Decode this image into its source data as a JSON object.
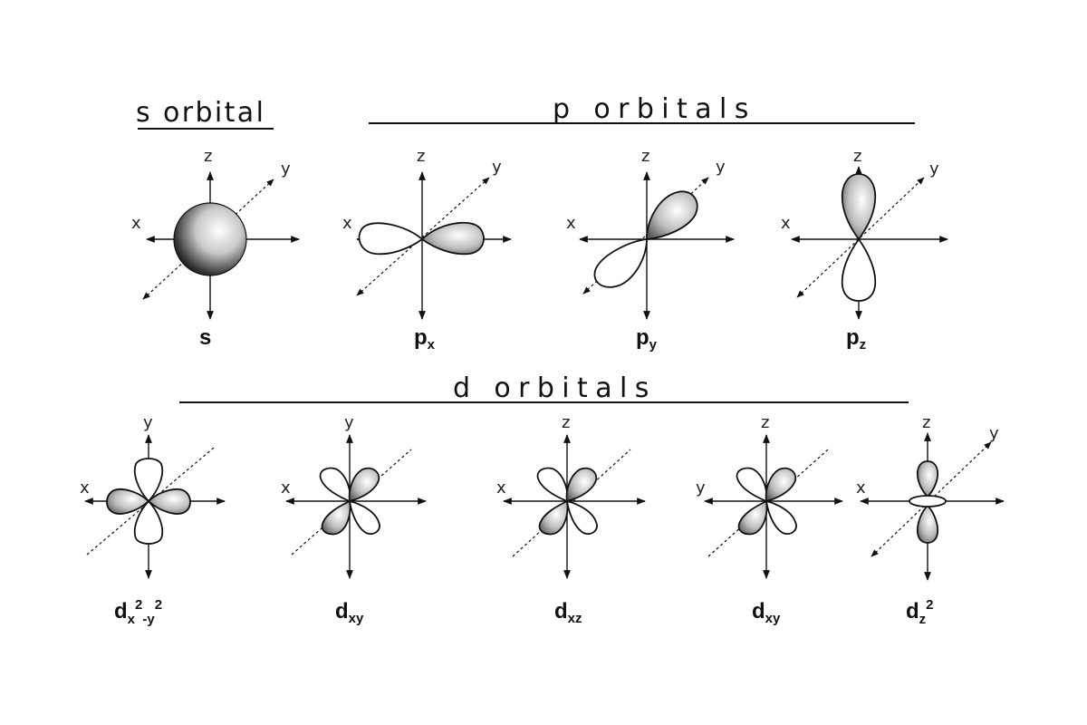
{
  "sections": {
    "s_title": "s orbital",
    "p_title": "p orbitals",
    "d_title": "d orbitals"
  },
  "axes": {
    "x": "x",
    "y": "y",
    "z": "z"
  },
  "orbitals": {
    "s": {
      "main": "s",
      "sub": "",
      "sup": ""
    },
    "px": {
      "main": "p",
      "sub": "x",
      "sup": ""
    },
    "py": {
      "main": "p",
      "sub": "y",
      "sup": ""
    },
    "pz": {
      "main": "p",
      "sub": "z",
      "sup": ""
    },
    "dx2y2": {
      "main": "d",
      "sub1": "x",
      "sup1": "2",
      "sub2": "-y",
      "sup2": "2"
    },
    "dxy": {
      "main": "d",
      "sub": "xy",
      "sup": ""
    },
    "dxz": {
      "main": "d",
      "sub": "xz",
      "sup": ""
    },
    "dyz": {
      "main": "d",
      "sub": "xy",
      "sup": ""
    },
    "dz2": {
      "main": "d",
      "sub": "z",
      "sup": "2"
    }
  },
  "panel_axes": {
    "s": [
      "x",
      "y",
      "z"
    ],
    "px": [
      "x",
      "y",
      "z"
    ],
    "py": [
      "x",
      "y",
      "z"
    ],
    "pz": [
      "x",
      "y",
      "z"
    ],
    "dx2y2": [
      "x",
      "y"
    ],
    "dxy": [
      "x",
      "y"
    ],
    "dxz": [
      "x",
      "z"
    ],
    "dyz": [
      "y",
      "z"
    ],
    "dz2": [
      "x",
      "y",
      "z"
    ]
  }
}
